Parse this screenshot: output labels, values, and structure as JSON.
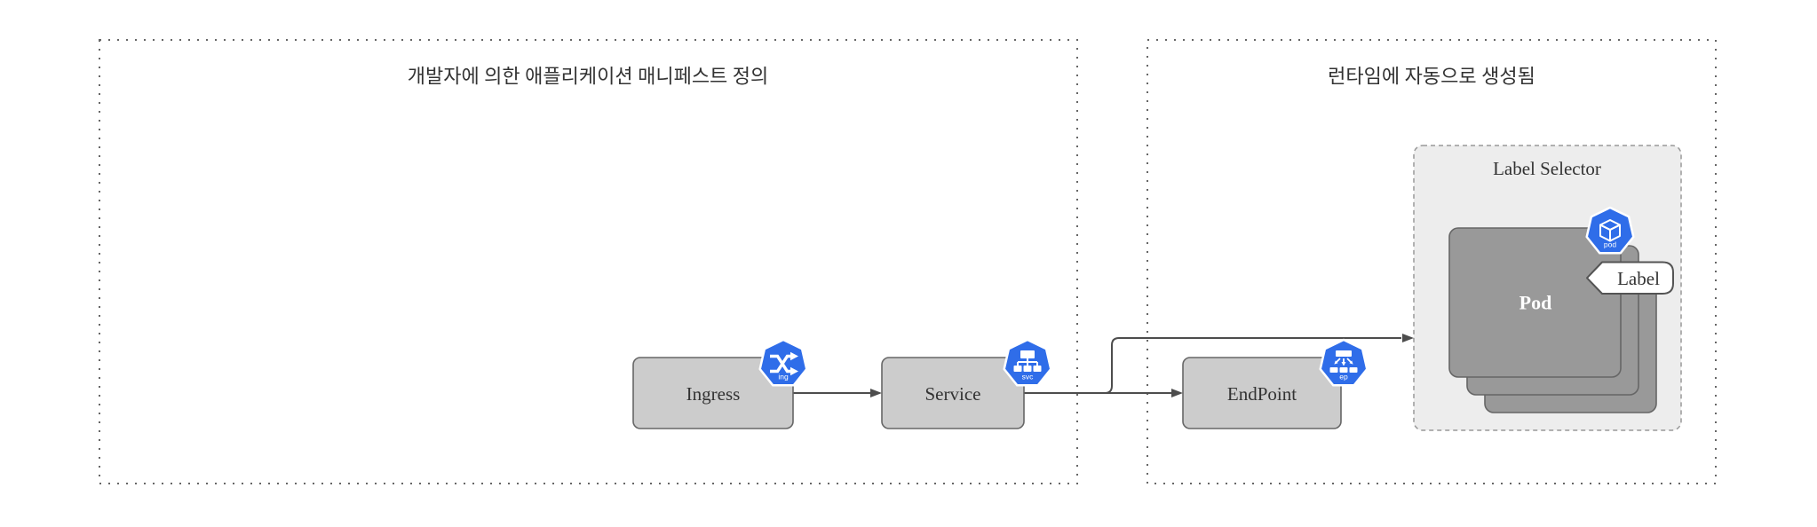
{
  "diagram": {
    "left_group": {
      "title": "개발자에 의한 애플리케이션 매니페스트 정의"
    },
    "right_group": {
      "title": "런타임에 자동으로 생성됨"
    },
    "nodes": {
      "ingress": {
        "label": "Ingress",
        "badge": "ing"
      },
      "service": {
        "label": "Service",
        "badge": "svc"
      },
      "endpoint": {
        "label": "EndPoint",
        "badge": "ep"
      },
      "pod": {
        "label": "Pod",
        "badge": "pod"
      },
      "label_selector": {
        "title": "Label Selector"
      },
      "label_callout": {
        "label": "Label"
      }
    },
    "edges": [
      {
        "from": "ingress",
        "to": "service"
      },
      {
        "from": "service",
        "to": "endpoint"
      },
      {
        "from": "service",
        "to": "pod-group"
      }
    ],
    "colors": {
      "node_fill": "#cccccc",
      "node_stroke": "#666666",
      "pod_fill": "#999999",
      "container_fill": "#ededed",
      "container_stroke": "#999999",
      "k8s_blue": "#2f6de9",
      "edge": "#4d4d4d",
      "text": "#333333",
      "group_border": "#666666"
    }
  }
}
